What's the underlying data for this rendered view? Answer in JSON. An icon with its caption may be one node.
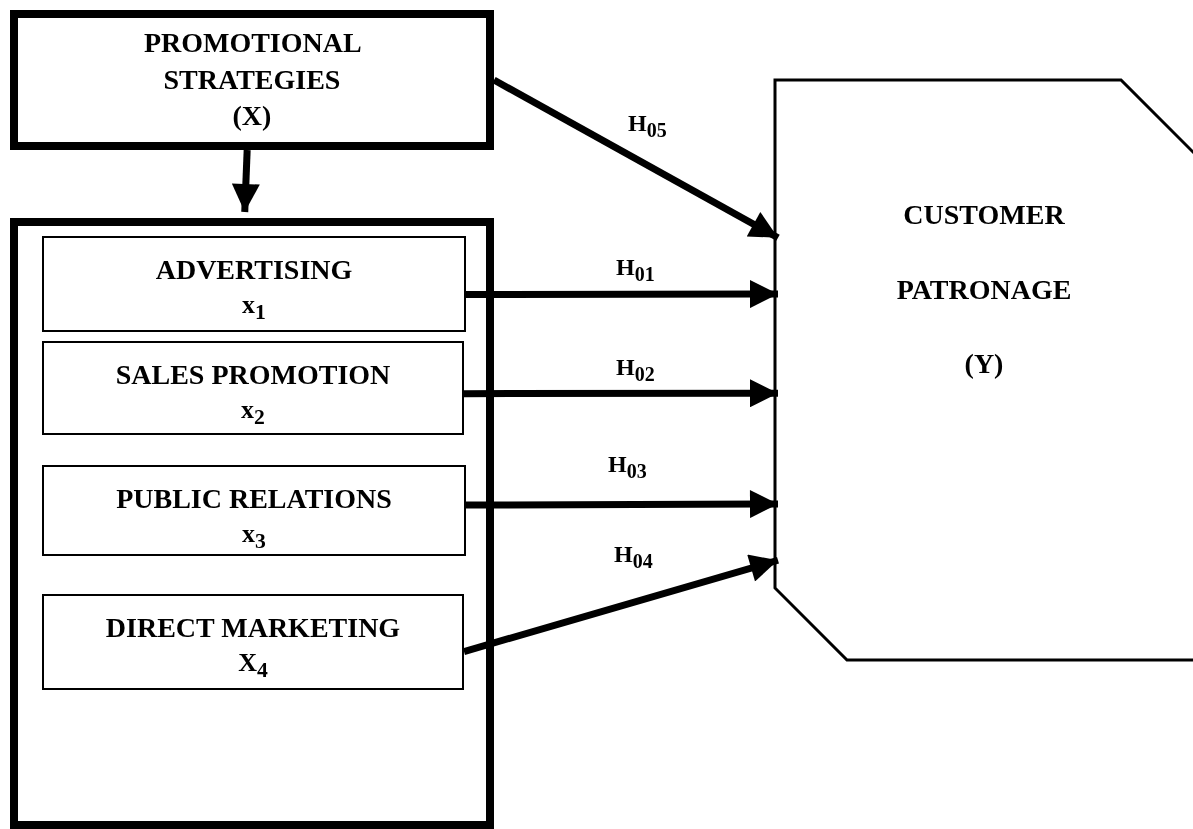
{
  "diagram": {
    "nodes": [
      {
        "text": [
          "PROMOTIONAL STRATEGIES (X)"
        ]
      },
      {
        "text": [],
        "shape": "box"
      },
      {
        "text": [
          "ADVERTISING",
          "x$_{1}$"
        ],
        "in": 1
      },
      {
        "text": [
          "SALES PROMOTION",
          "x$_{2}$"
        ],
        "in": 1
      },
      {
        "text": [
          "PUBLIC RELATIONS",
          "x$_{3}$"
        ],
        "in": 1
      },
      {
        "text": [
          "DIRECT MARKETING",
          "X$_{4}$"
        ],
        "in": 1
      },
      {
        "text": [
          "CUSTOMER",
          "PATRONAGE",
          "(Y)"
        ]
      }
    ],
    "edges": [
      {
        "from": 0,
        "to": 1,
        "arrow": "to"
      },
      {
        "from": 0,
        "to": 6,
        "arrow": "to",
        "label": "H$_{05}$"
      },
      {
        "from": 2,
        "to": 6,
        "arrow": "to",
        "label": "H$_{01}$"
      },
      {
        "from": 3,
        "to": 6,
        "arrow": "to",
        "label": "H$_{02}$"
      },
      {
        "from": 4,
        "to": 6,
        "arrow": "to",
        "label": "H$_{03}$"
      },
      {
        "from": 5,
        "to": 6,
        "arrow": "to",
        "label": "H$_{04}$"
      }
    ]
  }
}
